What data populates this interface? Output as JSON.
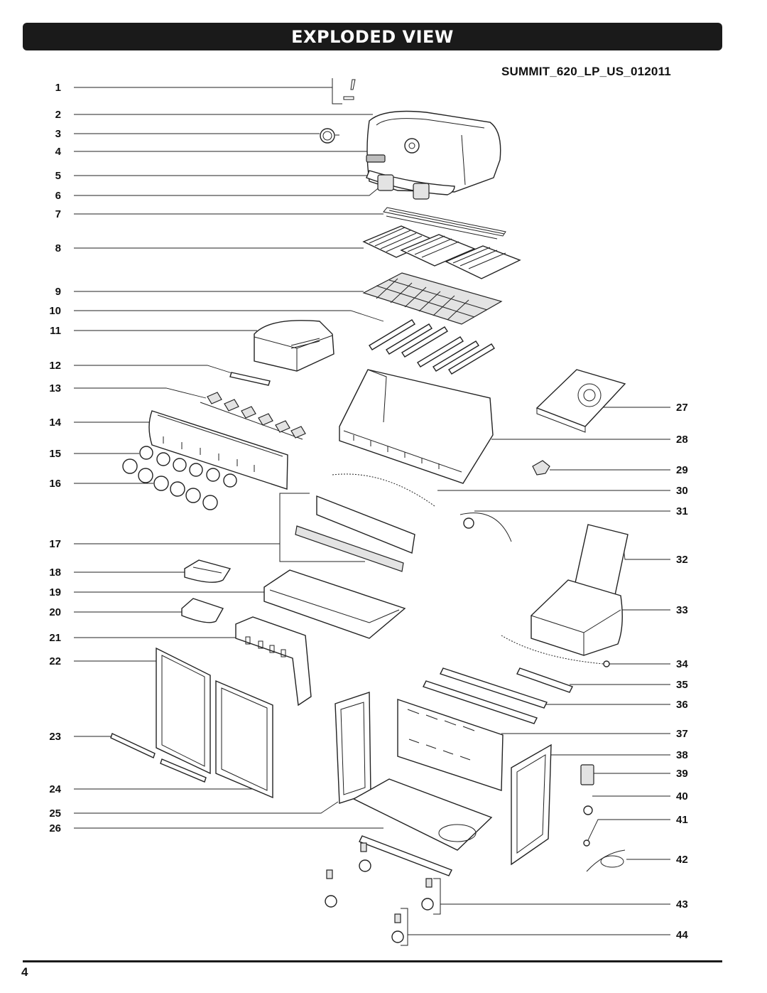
{
  "header": {
    "title": "EXPLODED VIEW"
  },
  "model_code": "SUMMIT_620_LP_US_012011",
  "page_number": "4",
  "callouts": [
    {
      "n": "1"
    },
    {
      "n": "2"
    },
    {
      "n": "3"
    },
    {
      "n": "4"
    },
    {
      "n": "5"
    },
    {
      "n": "6"
    },
    {
      "n": "7"
    },
    {
      "n": "8"
    },
    {
      "n": "9"
    },
    {
      "n": "10"
    },
    {
      "n": "11"
    },
    {
      "n": "12"
    },
    {
      "n": "13"
    },
    {
      "n": "14"
    },
    {
      "n": "15"
    },
    {
      "n": "16"
    },
    {
      "n": "17"
    },
    {
      "n": "18"
    },
    {
      "n": "19"
    },
    {
      "n": "20"
    },
    {
      "n": "21"
    },
    {
      "n": "22"
    },
    {
      "n": "23"
    },
    {
      "n": "24"
    },
    {
      "n": "25"
    },
    {
      "n": "26"
    },
    {
      "n": "27"
    },
    {
      "n": "28"
    },
    {
      "n": "29"
    },
    {
      "n": "30"
    },
    {
      "n": "31"
    },
    {
      "n": "32"
    },
    {
      "n": "33"
    },
    {
      "n": "34"
    },
    {
      "n": "35"
    },
    {
      "n": "36"
    },
    {
      "n": "37"
    },
    {
      "n": "38"
    },
    {
      "n": "39"
    },
    {
      "n": "40"
    },
    {
      "n": "41"
    },
    {
      "n": "42"
    },
    {
      "n": "43"
    },
    {
      "n": "44"
    }
  ],
  "colors": {
    "banner_bg": "#1a1a1a",
    "banner_text": "#ffffff",
    "line": "#222222"
  }
}
